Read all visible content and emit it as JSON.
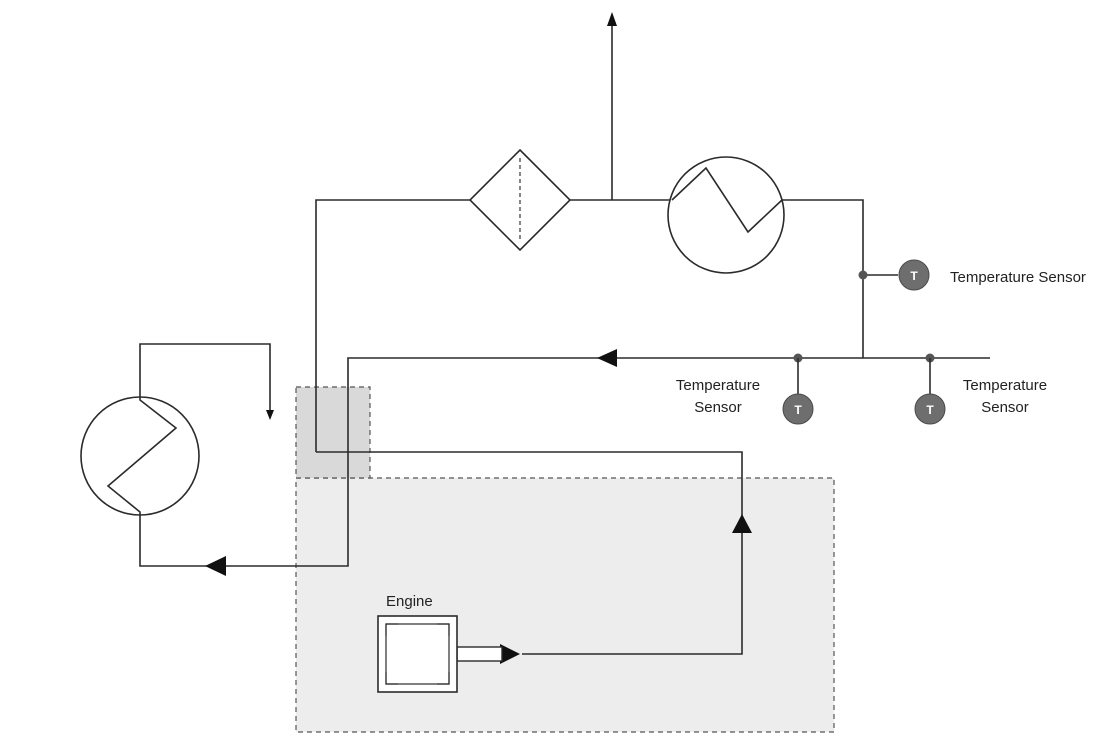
{
  "diagram": {
    "engine_label": "Engine",
    "sensor_badge_letter": "T",
    "sensors": {
      "top": {
        "label": "Temperature Sensor"
      },
      "mid": {
        "label_line1": "Temperature",
        "label_line2": "Sensor"
      },
      "right": {
        "label_line1": "Temperature",
        "label_line2": "Sensor"
      }
    }
  },
  "colors": {
    "line": "#2b2b2b",
    "sensor_fill": "#6e6e6e",
    "engine_zone_fill": "#ededed",
    "overlap_zone_fill": "#d9d9d9"
  }
}
